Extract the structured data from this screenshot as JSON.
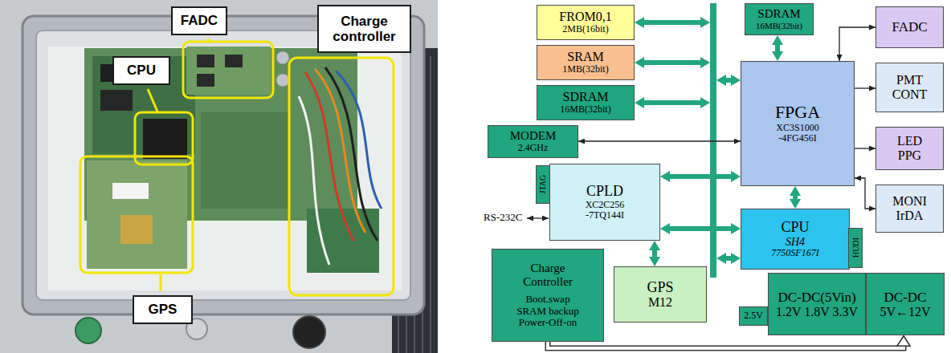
{
  "diagram": {
    "nodes": [
      {
        "text": [
          "CPU"
        ]
      },
      {
        "text": [
          "FADC"
        ]
      },
      {
        "text": [
          "Charge controller"
        ]
      },
      {
        "text": [
          "GPS"
        ]
      },
      {
        "text": [
          "FROM0,1",
          "2MB(16bit)"
        ]
      },
      {
        "text": [
          "SDRAM",
          "16MB(32bit)"
        ]
      },
      {
        "text": [
          "FADC"
        ]
      },
      {
        "text": [
          "SRAM",
          "1MB(32bit)"
        ]
      },
      {
        "text": [
          "FPGA",
          "XC3S1000 -4FG456I"
        ]
      },
      {
        "text": [
          "PMT CONT"
        ]
      },
      {
        "text": [
          "SDRAM",
          "16MB(32bit)"
        ]
      },
      {
        "text": [
          "MODEM",
          "2.4GHz"
        ]
      },
      {
        "text": [
          "LED PPG"
        ]
      },
      {
        "text": [
          "JTAG"
        ]
      },
      {
        "text": [
          "CPLD",
          "XC2C256 -7TQ144I"
        ]
      },
      {
        "text": [
          "MONI IrDA"
        ]
      },
      {
        "text": [
          "CPU",
          "SH4",
          "7750SF167I"
        ]
      },
      {
        "text": [
          "HUDI"
        ]
      },
      {
        "text": [
          "Charge Controller",
          "Boot.swap",
          "SRAM backup",
          "Power-Off-on"
        ]
      },
      {
        "text": [
          "GPS",
          "M12"
        ]
      },
      {
        "text": [
          "2.5V"
        ]
      },
      {
        "text": [
          "DC-DC(5Vin)",
          "1.2V 1.8V 3.3V"
        ]
      },
      {
        "text": [
          "DC-DC",
          "5V←12V"
        ]
      }
    ],
    "edges": [
      {
        "from": 5,
        "to": 8,
        "arrow": "both"
      },
      {
        "from": 8,
        "to": 6,
        "arrow": "both"
      },
      {
        "from": 8,
        "to": 9,
        "arrow": "to"
      },
      {
        "from": 8,
        "to": 12,
        "arrow": "to"
      },
      {
        "from": 8,
        "to": 15,
        "arrow": "both"
      },
      {
        "from": 11,
        "to": 8,
        "arrow": "both"
      },
      {
        "from": 14,
        "to": 8,
        "arrow": "both"
      },
      {
        "from": 14,
        "to": 16,
        "arrow": "both"
      },
      {
        "from": 8,
        "to": 16,
        "arrow": "both"
      },
      {
        "from": 14,
        "to": 19,
        "arrow": "both"
      },
      {
        "from": 18,
        "to": 22,
        "arrow": "to"
      }
    ],
    "labels": [
      "RS-232C"
    ]
  }
}
